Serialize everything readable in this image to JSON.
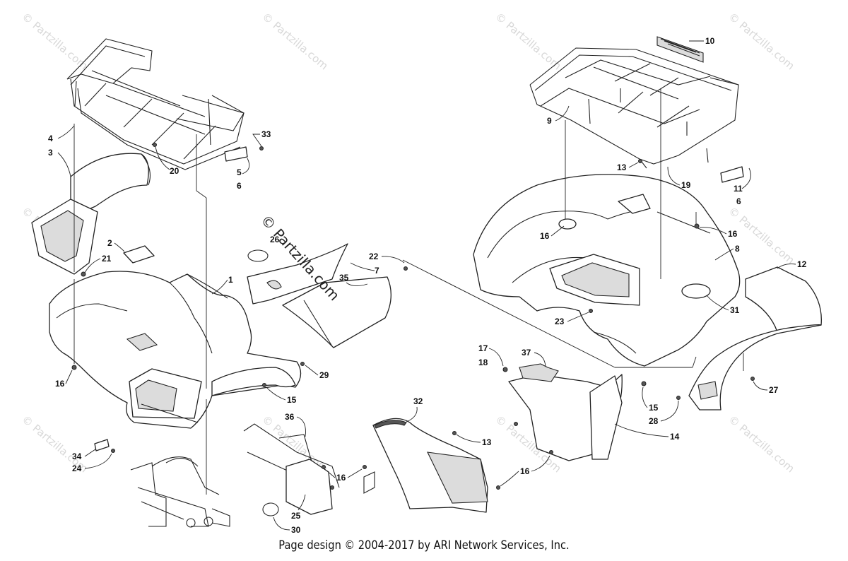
{
  "diagram": {
    "watermark_text": "© Partzilla.com",
    "center_watermark": "© Partzilla.com",
    "callouts": {
      "c1": "1",
      "c2": "2",
      "c3": "3",
      "c4": "4",
      "c5": "5",
      "c6a": "6",
      "c6b": "6",
      "c7": "7",
      "c8": "8",
      "c9": "9",
      "c10": "10",
      "c11": "11",
      "c12": "12",
      "c13a": "13",
      "c13b": "13",
      "c14": "14",
      "c15a": "15",
      "c15b": "15",
      "c16a": "16",
      "c16b": "16",
      "c16c": "16",
      "c16d": "16",
      "c16e": "16",
      "c17": "17",
      "c18": "18",
      "c19": "19",
      "c20": "20",
      "c21": "21",
      "c22": "22",
      "c23": "23",
      "c24": "24",
      "c25": "25",
      "c26": "26",
      "c27": "27",
      "c28": "28",
      "c29": "29",
      "c30": "30",
      "c31": "31",
      "c32": "32",
      "c33": "33",
      "c34": "34",
      "c35": "35",
      "c36": "36",
      "c37": "37"
    },
    "footer": "Page design © 2004-2017 by ARI Network Services, Inc."
  }
}
